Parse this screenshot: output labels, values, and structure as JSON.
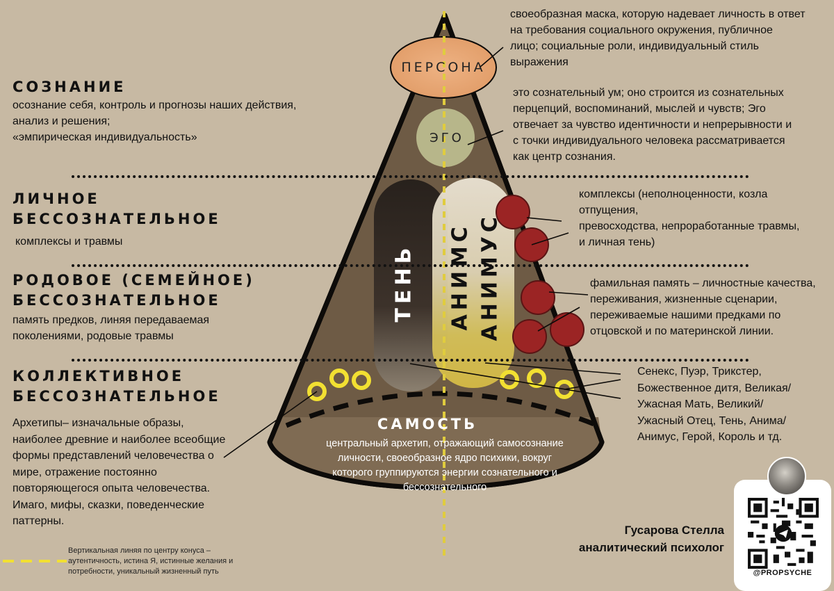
{
  "left": {
    "consciousness": {
      "title": "СОЗНАНИЕ",
      "lines": [
        "осознание себя, контроль и прогнозы наших действия,",
        "анализ и решения;",
        "«эмпирическая индивидуальность»"
      ]
    },
    "personal": {
      "title_lines": [
        "ЛИЧНОЕ",
        "БЕССОЗНАТЕЛЬНОЕ"
      ],
      "text": "комплексы и травмы"
    },
    "family": {
      "title_lines": [
        "РОДОВОЕ (СЕМЕЙНОЕ)",
        "БЕССОЗНАТЕЛЬНОЕ"
      ],
      "lines": [
        "память предков, линяя передаваемая",
        "поколениями, родовые травмы"
      ]
    },
    "collective": {
      "title_lines": [
        "КОЛЛЕКТИВНОЕ",
        "БЕССОЗНАТЕЛЬНОЕ"
      ],
      "lines": [
        "Архетипы– изначальные образы,",
        "наиболее древние и наиболее всеобщие",
        "формы представлений человечества о",
        "мире, отражение постоянно",
        "повторяющегося опыта человечества.",
        "Имаго, мифы, сказки, поведенческие",
        "паттерны."
      ]
    }
  },
  "cone": {
    "persona_label": "ПЕРСОНА",
    "ego_label": "ЭГО",
    "shadow_label": "ТЕНЬ",
    "anima_label": "АНИМС",
    "animus_label": "АНИМУС",
    "self_title": "САМОСТЬ",
    "self_lines": [
      "центральный архетип, отражающий самосознание",
      "личности, своеобразное ядро психики, вокруг",
      "которого группируются энергии сознательного и",
      "бессознательного"
    ]
  },
  "right": {
    "persona": [
      "своеобразная маска, которую надевает личность в ответ",
      "на требования социального окружения, публичное",
      "лицо; социальные роли, индивидуальный стиль",
      "выражения"
    ],
    "ego": [
      "это сознательный ум; оно строится из сознательных",
      "перцепций, воспоминаний, мыслей и чувств; Эго",
      "отвечает за чувство идентичности и непрерывности и",
      "с точки индивидуального человека рассматривается",
      "как центр сознания."
    ],
    "complexes": [
      "комплексы (неполноценности, козла",
      "отпущения,",
      "превосходства, непроработанные травмы,",
      "и личная тень)"
    ],
    "family": [
      "фамильная память – личностные качества,",
      "переживания, жизненные  сценарии,",
      "переживаемые нашими предками по",
      "отцовской и по материнской линии."
    ],
    "archetypes": [
      "Сенекс, Пуэр, Трикстер,",
      "Божественное дитя, Великая/",
      "Ужасная Мать, Великий/",
      "Ужасный Отец, Тень, Анима/",
      "Анимус, Герой, Король и тд."
    ]
  },
  "legend": {
    "lines": [
      "Вертикальная линяя по центру конуса –",
      "аутентичность, истина Я, истинные желания и",
      "потребности, уникальный жизненный путь"
    ]
  },
  "author": {
    "name": "Гусарова Стелла",
    "role": "аналитический психолог",
    "handle": "@PROPSYCHE"
  },
  "colors": {
    "background": "#c7b9a3",
    "cone_fill": "#6e5b45",
    "persona_fill": "#e8a773",
    "ego_fill": "#b7b68a",
    "shadow_fill": "#2c2520",
    "anima_fill": "#e6dcc7",
    "complex_red": "#9b2424",
    "archetype_yellow": "#f2e032",
    "center_line": "#e0cc3e"
  }
}
